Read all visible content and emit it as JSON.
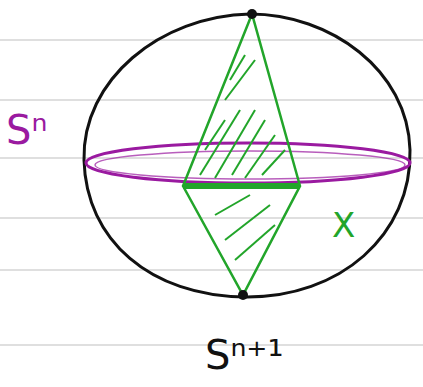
{
  "diagram": {
    "labels": [
      "Sⁿ",
      "X",
      "Sⁿ⁺¹"
    ]
  }
}
